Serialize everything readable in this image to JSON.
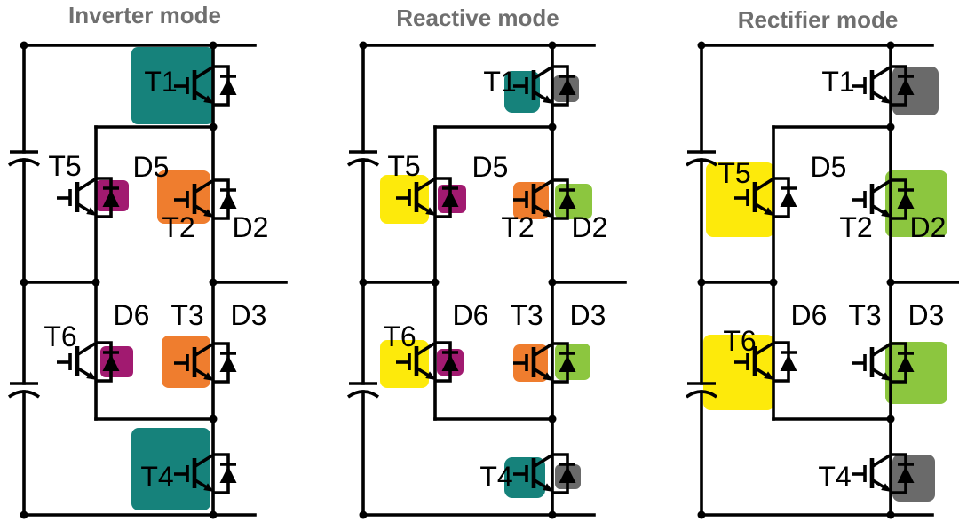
{
  "diagram": {
    "background": "#ffffff",
    "line_color": "#000000",
    "title_color": "#6f6f6f",
    "palette": {
      "teal": "#16827b",
      "orange": "#ef7d2e",
      "magenta": "#a11a70",
      "yellow": "#fdea0b",
      "green": "#8cc63f",
      "gray": "#6a6a6a"
    },
    "columns": [
      {
        "id": "inverter",
        "title": "Inverter mode",
        "labels": {
          "t1": "T1",
          "t2": "T2",
          "t3": "T3",
          "t4": "T4",
          "t5": "T5",
          "t6": "T6",
          "d2": "D2",
          "d3": "D3",
          "d5": "D5",
          "d6": "D6"
        },
        "highlights": {
          "t1_igbt": "#16827b",
          "t2_igbt": "#ef7d2e",
          "t3_igbt": "#ef7d2e",
          "t4_igbt": "#16827b",
          "d5_diode": "#a11a70",
          "d6_diode": "#a11a70"
        }
      },
      {
        "id": "reactive",
        "title": "Reactive mode",
        "labels": {
          "t1": "T1",
          "t2": "T2",
          "t3": "T3",
          "t4": "T4",
          "t5": "T5",
          "t6": "T6",
          "d2": "D2",
          "d3": "D3",
          "d5": "D5",
          "d6": "D6"
        },
        "highlights": {
          "t1_igbt": "#16827b",
          "t1_diode": "#6a6a6a",
          "t2_igbt": "#ef7d2e",
          "d2_diode": "#8cc63f",
          "t3_igbt": "#ef7d2e",
          "d3_diode": "#8cc63f",
          "t4_igbt": "#16827b",
          "t4_diode": "#6a6a6a",
          "t5_igbt": "#fdea0b",
          "d5_diode": "#a11a70",
          "t6_igbt": "#fdea0b",
          "d6_diode": "#a11a70"
        }
      },
      {
        "id": "rectifier",
        "title": "Rectifier mode",
        "labels": {
          "t1": "T1",
          "t2": "T2",
          "t3": "T3",
          "t4": "T4",
          "t5": "T5",
          "t6": "T6",
          "d2": "D2",
          "d3": "D3",
          "d5": "D5",
          "d6": "D6"
        },
        "highlights": {
          "t1_diode": "#6a6a6a",
          "d2_diode": "#8cc63f",
          "d3_diode": "#8cc63f",
          "t4_diode": "#6a6a6a",
          "t5_igbt": "#fdea0b",
          "t6_igbt": "#fdea0b"
        }
      }
    ]
  }
}
